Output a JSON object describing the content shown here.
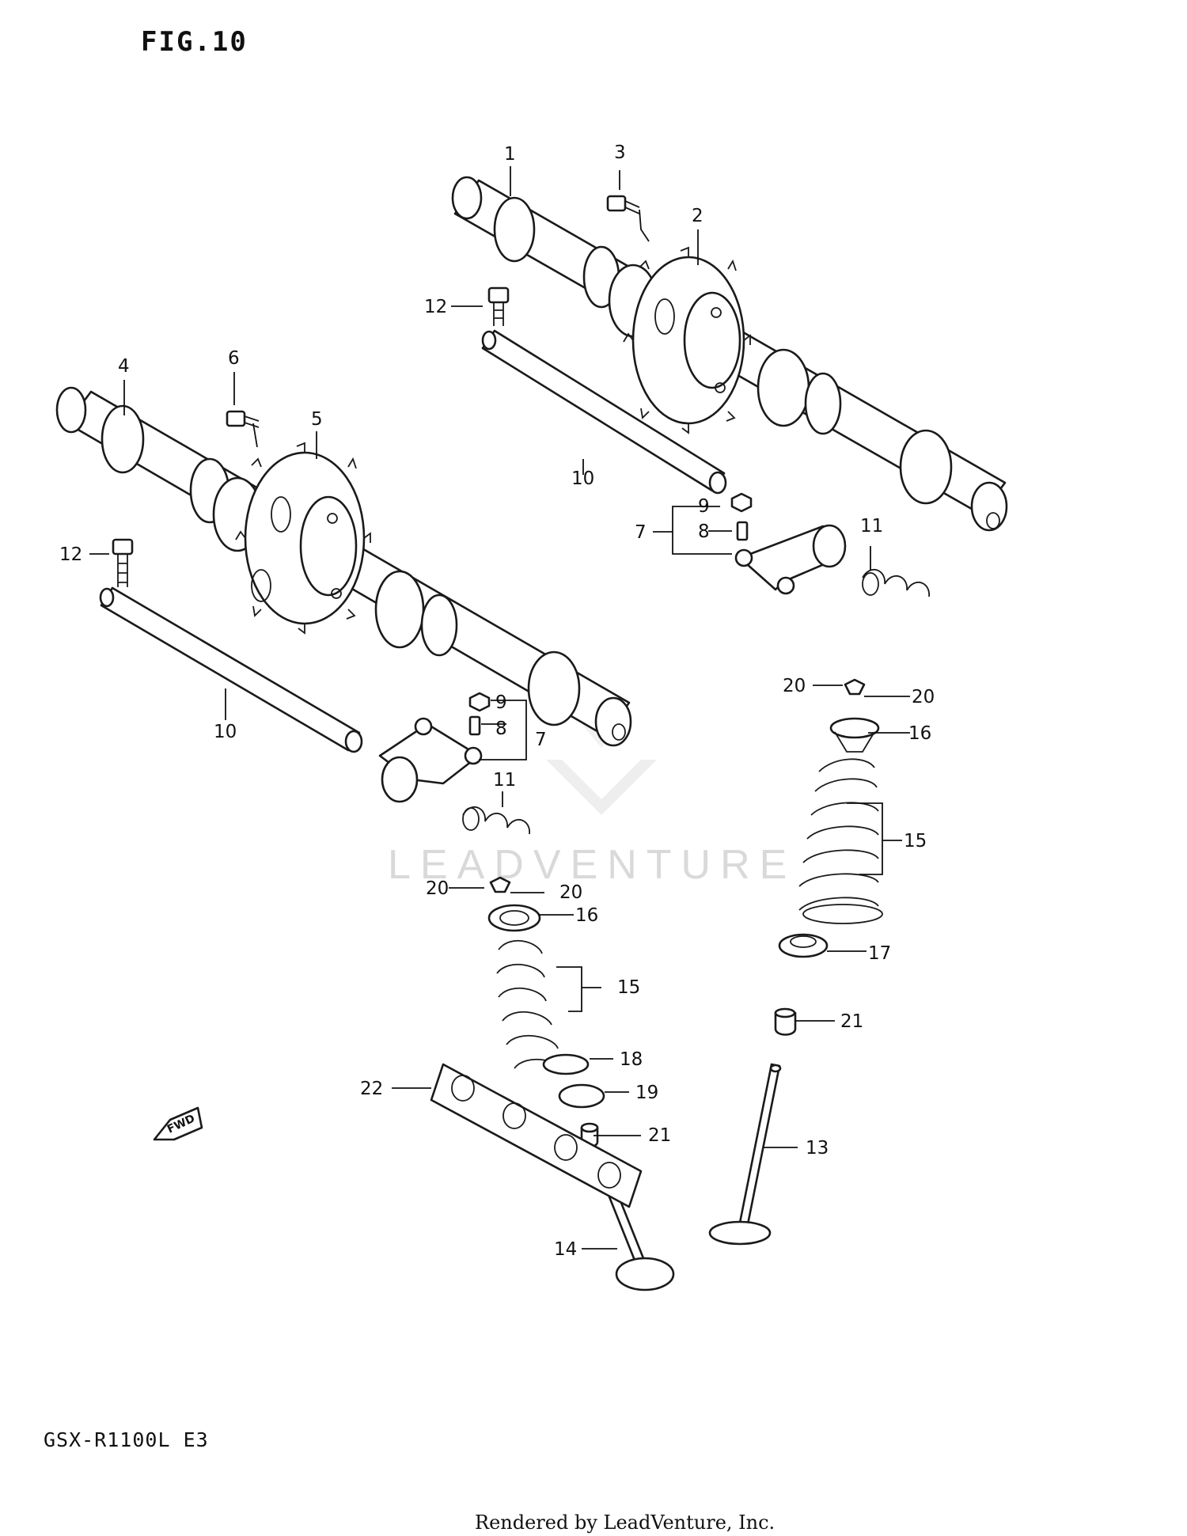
{
  "figure_title": "FIG.10",
  "model_code": "GSX-R1100L  E3",
  "footer": "Rendered by LeadVenture, Inc.",
  "watermark": "LEADVENTURE",
  "fwd_marker": "FWD",
  "callouts": {
    "c1": "1",
    "c2": "2",
    "c3": "3",
    "c4": "4",
    "c5": "5",
    "c6": "6",
    "c7a": "7",
    "c7b": "7",
    "c8a": "8",
    "c8b": "8",
    "c9a": "9",
    "c9b": "9",
    "c10a": "10",
    "c10b": "10",
    "c11a": "11",
    "c11b": "11",
    "c12a": "12",
    "c12b": "12",
    "c13": "13",
    "c14": "14",
    "c15a": "15",
    "c15b": "15",
    "c16a": "16",
    "c16b": "16",
    "c17": "17",
    "c18": "18",
    "c19": "19",
    "c20a": "20",
    "c20b": "20",
    "c20c": "20",
    "c20d": "20",
    "c21a": "21",
    "c21b": "21",
    "c22": "22"
  }
}
